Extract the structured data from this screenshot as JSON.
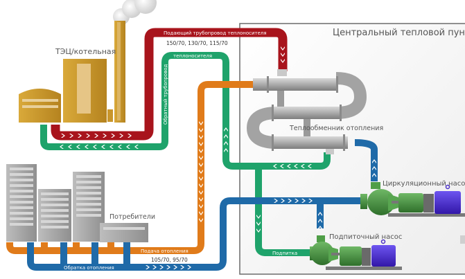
{
  "title": "Центральный тепловой пункт",
  "labels": {
    "plant": "ТЭЦ/котельная",
    "consumers": "Потребители",
    "heat_exchanger": "Теплообменник отопления",
    "circ_pump": "Циркуляционный насос",
    "makeup_pump": "Подпиточный насос"
  },
  "pipes": {
    "supply_main": "Подающий трубопровод теплоносителя",
    "supply_temps": "150/70, 130/70, 115/70",
    "return_main_top": "теплоносителя",
    "return_main_side": "Обратный трубопровод",
    "heating_supply": "Подача отопления",
    "heating_temps": "105/70, 95/70",
    "heating_return": "Обратка отопления",
    "makeup": "Подпитка"
  },
  "colors": {
    "supply_primary": "#a8141c",
    "return_primary": "#1fa36b",
    "heating_supply": "#e07b1a",
    "heating_return": "#1f6aa8",
    "plant": "#c9962c",
    "building": "#a9a9a9",
    "exchanger": "#a6a6a6",
    "pump_body": "#3f8f3a",
    "motor": "#4a2fc8"
  }
}
